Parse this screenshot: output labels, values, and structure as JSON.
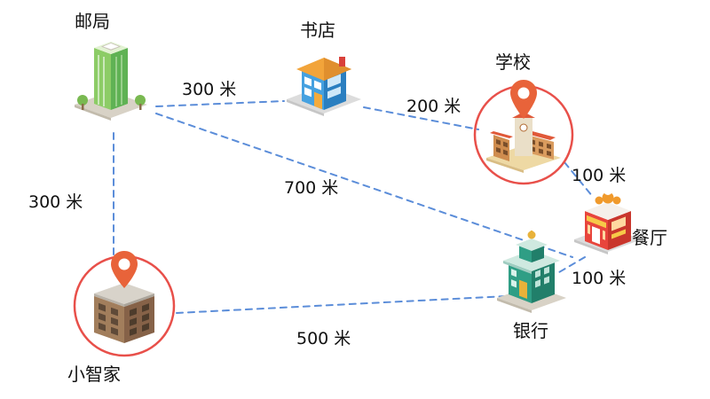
{
  "diagram": {
    "nodes": [
      {
        "id": "post-office",
        "label": "邮局",
        "icon": "post-office-building-icon"
      },
      {
        "id": "bookstore",
        "label": "书店",
        "icon": "bookstore-building-icon"
      },
      {
        "id": "school",
        "label": "学校",
        "icon": "school-building-icon",
        "highlighted": true,
        "marker": "location-pin"
      },
      {
        "id": "restaurant",
        "label": "餐厅",
        "icon": "restaurant-building-icon"
      },
      {
        "id": "bank",
        "label": "银行",
        "icon": "bank-building-icon"
      },
      {
        "id": "home",
        "label": "小智家",
        "icon": "home-building-icon",
        "highlighted": true,
        "marker": "location-pin"
      }
    ],
    "edges": [
      {
        "from": "post-office",
        "to": "bookstore",
        "label": "300 米"
      },
      {
        "from": "bookstore",
        "to": "school",
        "label": "200 米"
      },
      {
        "from": "school",
        "to": "restaurant",
        "label": "100 米"
      },
      {
        "from": "restaurant",
        "to": "bank",
        "label": "100 米"
      },
      {
        "from": "post-office",
        "to": "restaurant",
        "label": "700 米"
      },
      {
        "from": "post-office",
        "to": "home",
        "label": "300 米"
      },
      {
        "from": "home",
        "to": "bank",
        "label": "500 米"
      }
    ],
    "colors": {
      "edge_line": "#5b8dd9",
      "highlight_circle": "#e8504a",
      "location_pin": "#e8633a",
      "label_text": "#111111"
    }
  }
}
